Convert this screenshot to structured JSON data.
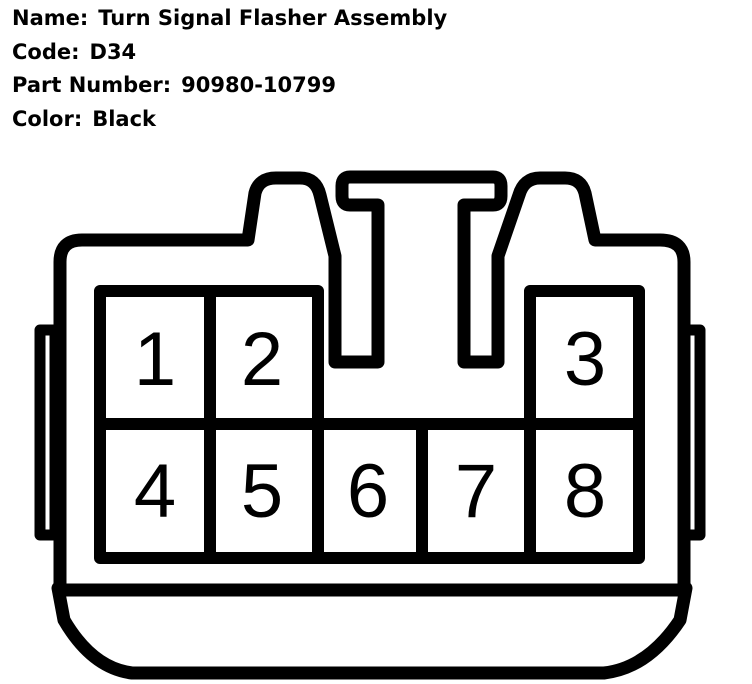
{
  "info": {
    "name_label": "Name:",
    "name_value": "Turn Signal Flasher Assembly",
    "code_label": "Code:",
    "code_value": "D34",
    "part_label": "Part Number:",
    "part_value": "90980-10799",
    "color_label": "Color:",
    "color_value": "Black"
  },
  "pins": [
    "1",
    "2",
    "3",
    "4",
    "5",
    "6",
    "7",
    "8"
  ]
}
